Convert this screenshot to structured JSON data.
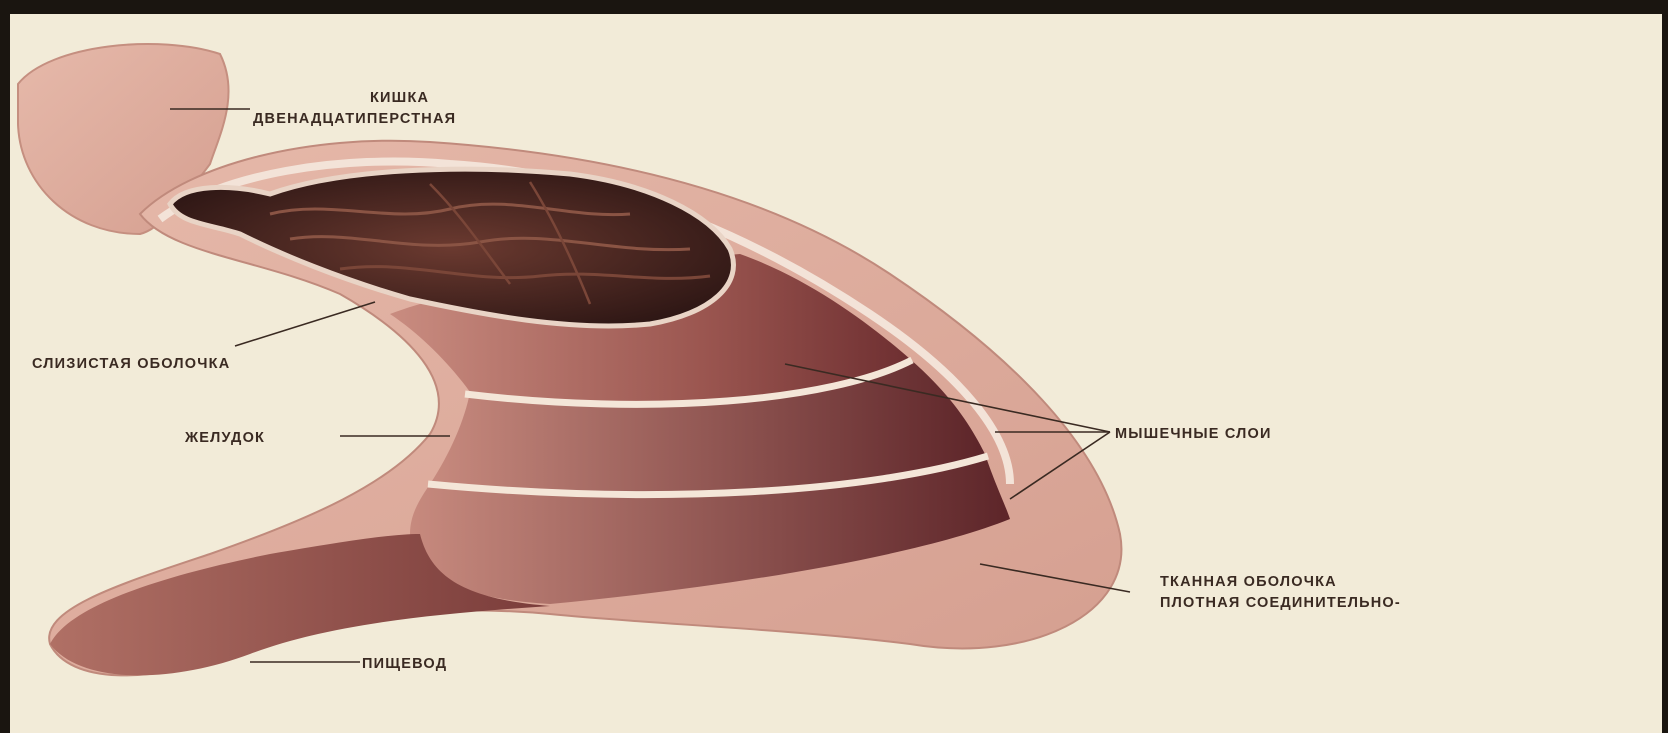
{
  "labels": {
    "duodenum_line1": "КИШКА",
    "duodenum_line2": "ДВЕНАДЦАТИПЕРСТНАЯ",
    "mucosa": "СЛИЗИСТАЯ ОБОЛОЧКА",
    "stomach": "ЖЕЛУДОК",
    "muscle_layers": "МЫШЕЧНЫЕ СЛОИ",
    "serosa_line1": "ТКАННАЯ ОБОЛОЧКА",
    "serosa_line2": "ПЛОТНАЯ СОЕДИНИТЕЛЬНО-",
    "esophagus": "ПИЩЕВОД"
  },
  "colors": {
    "frame": "#1a1510",
    "paper": "#f2ebd8",
    "outer_tissue": "#d9a596",
    "muscle": "#a55a55",
    "muscle_dark": "#6a2e30",
    "mucosa": "#4a2622",
    "label_text": "#3a2a22"
  }
}
